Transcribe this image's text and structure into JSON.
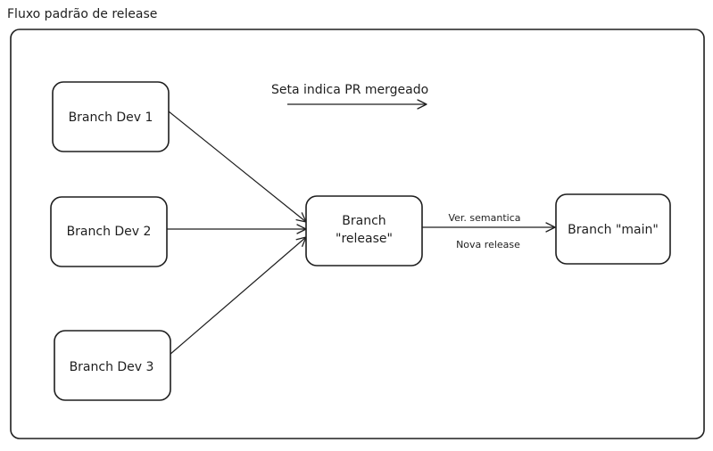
{
  "title": "Fluxo padrão de release",
  "legend": {
    "text": "Seta indica PR mergeado"
  },
  "nodes": {
    "dev1": {
      "label": "Branch Dev 1"
    },
    "dev2": {
      "label": "Branch Dev 2"
    },
    "dev3": {
      "label": "Branch Dev 3"
    },
    "release": {
      "label_line1": "Branch",
      "label_line2": "\"release\""
    },
    "main": {
      "label": "Branch \"main\""
    }
  },
  "edges": {
    "release_to_main": {
      "label_top": "Ver. semantica",
      "label_bottom": "Nova release"
    }
  },
  "colors": {
    "stroke": "#1e1e1e",
    "background": "#ffffff"
  }
}
